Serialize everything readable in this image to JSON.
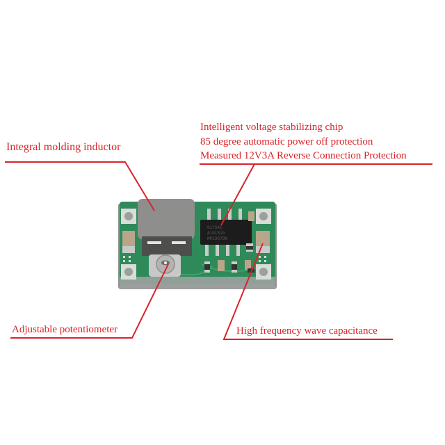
{
  "callouts": {
    "inductor": {
      "label": "Integral molding inductor"
    },
    "chip": {
      "lines": [
        "Intelligent voltage stabilizing chip",
        "85 degree automatic power off protection",
        "Measured 12V3A Reverse Connection Protection"
      ]
    },
    "potentiometer": {
      "label": "Adjustable potentiometer"
    },
    "capacitance": {
      "label": "High frequency wave capacitance"
    }
  },
  "colors": {
    "callout_red": "#d8232a",
    "pcb_green": "#2f8a5a",
    "inductor_gray": "#8e8e8c",
    "chip_black": "#1c1c1c"
  }
}
